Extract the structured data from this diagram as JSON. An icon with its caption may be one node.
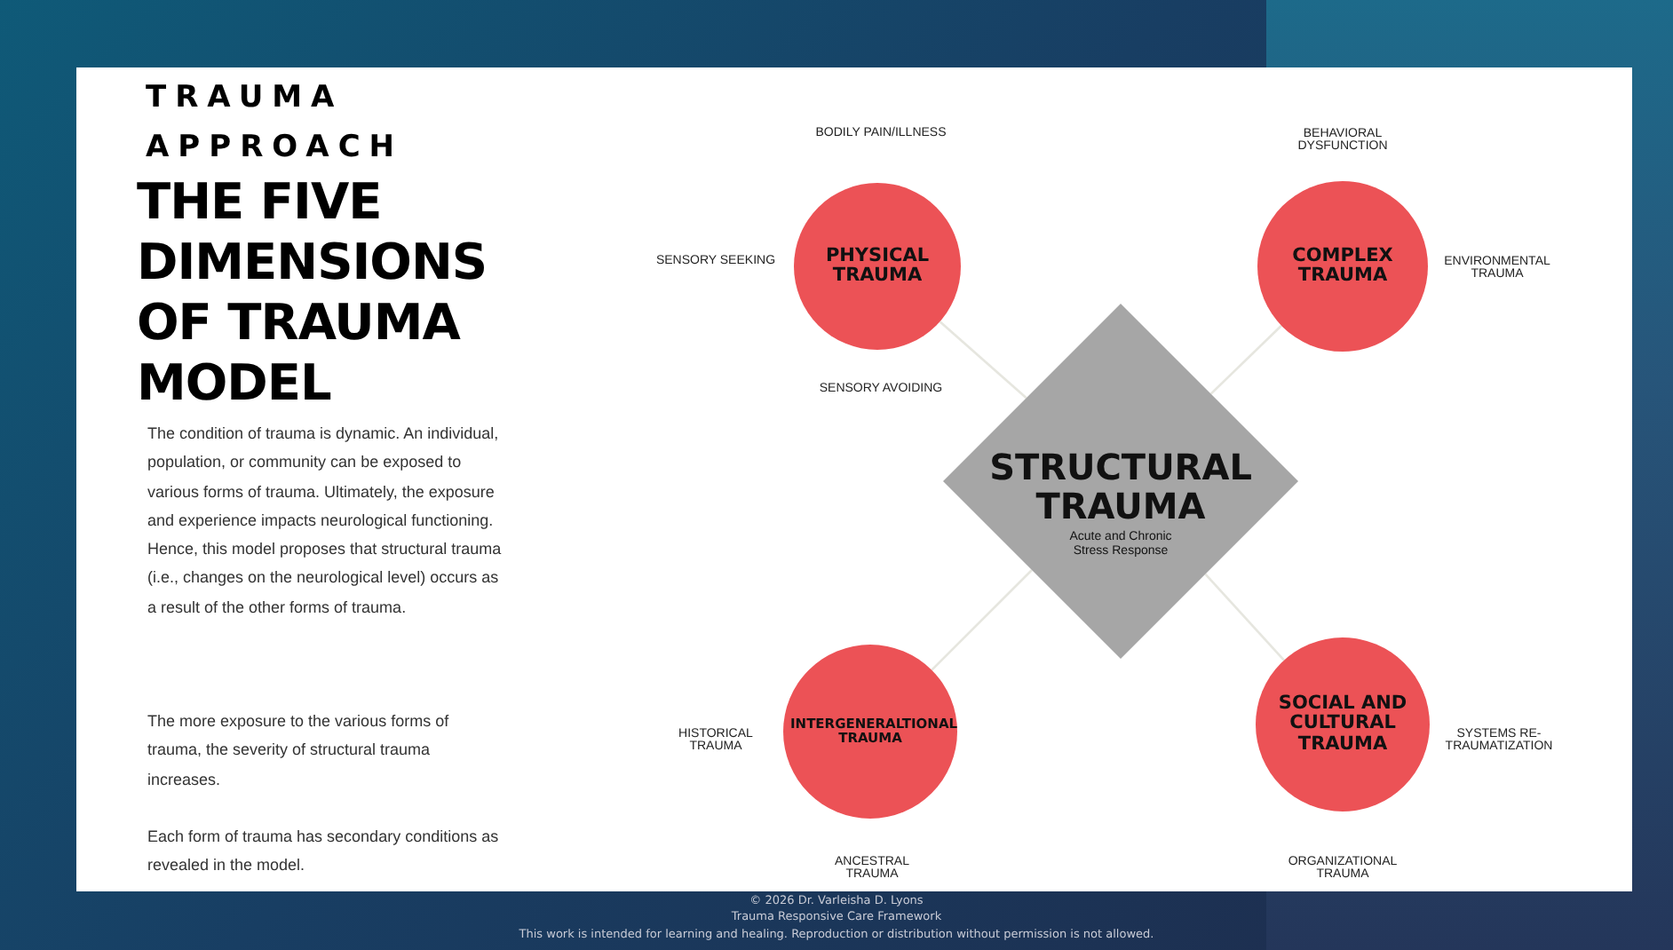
{
  "diagram": {
    "title": "THE FIVE DIMENSIONS OF TRAUMA MODEL",
    "nodes": [
      {
        "text": [
          "PHYSICAL TRAUMA"
        ],
        "beside": [
          "BODILY PAIN/ILLNESS",
          "SENSORY SEEKING"
        ]
      },
      {
        "text": [
          "COMPLEX TRAUMA"
        ],
        "beside": [
          "BEHAVIORAL DYSFUNCTION",
          "ENVIRONMENTAL TRAUMA"
        ]
      },
      {
        "text": [
          "STRUCTURAL TRAUMA",
          "Acute and Chronic Stress Response"
        ]
      },
      {
        "text": [
          "INTERGENERALTIONAL TRAUMA"
        ],
        "beside": [
          "HISTORICAL TRAUMA",
          "ANCESTRAL TRAUMA"
        ]
      },
      {
        "text": [
          "SOCIAL AND CULTURAL TRAUMA"
        ],
        "beside": [
          "SYSTEMS RE-TRAUMATIZATION",
          "ORGANIZATIONAL TRAUMA"
        ]
      }
    ],
    "edges": [
      {
        "from": 0,
        "to": 2,
        "arrow": "none"
      },
      {
        "from": 1,
        "to": 2,
        "arrow": "none"
      },
      {
        "from": 3,
        "to": 2,
        "arrow": "none"
      },
      {
        "from": 4,
        "to": 2,
        "arrow": "none"
      }
    ],
    "labels": [
      "TRAUMA APPROACH",
      "SENSORY AVOIDING",
      "The condition of trauma is dynamic. An individual, population, or community can be exposed to various forms of trauma. Ultimately, the exposure and experience impacts neurological functioning. Hence, this model proposes that structural trauma (i.e., changes on the neurological level) occurs as a result of the other forms of trauma.",
      "The more exposure to the various forms of trauma, the severity of structural trauma increases.",
      "Each form of trauma has secondary conditions as revealed in the model.",
      "© 2026 Dr. Varleisha D. Lyons",
      "Trauma Responsive Care Framework",
      "This work is intended for learning and healing. Reproduction or distribution without permission is not allowed."
    ]
  }
}
